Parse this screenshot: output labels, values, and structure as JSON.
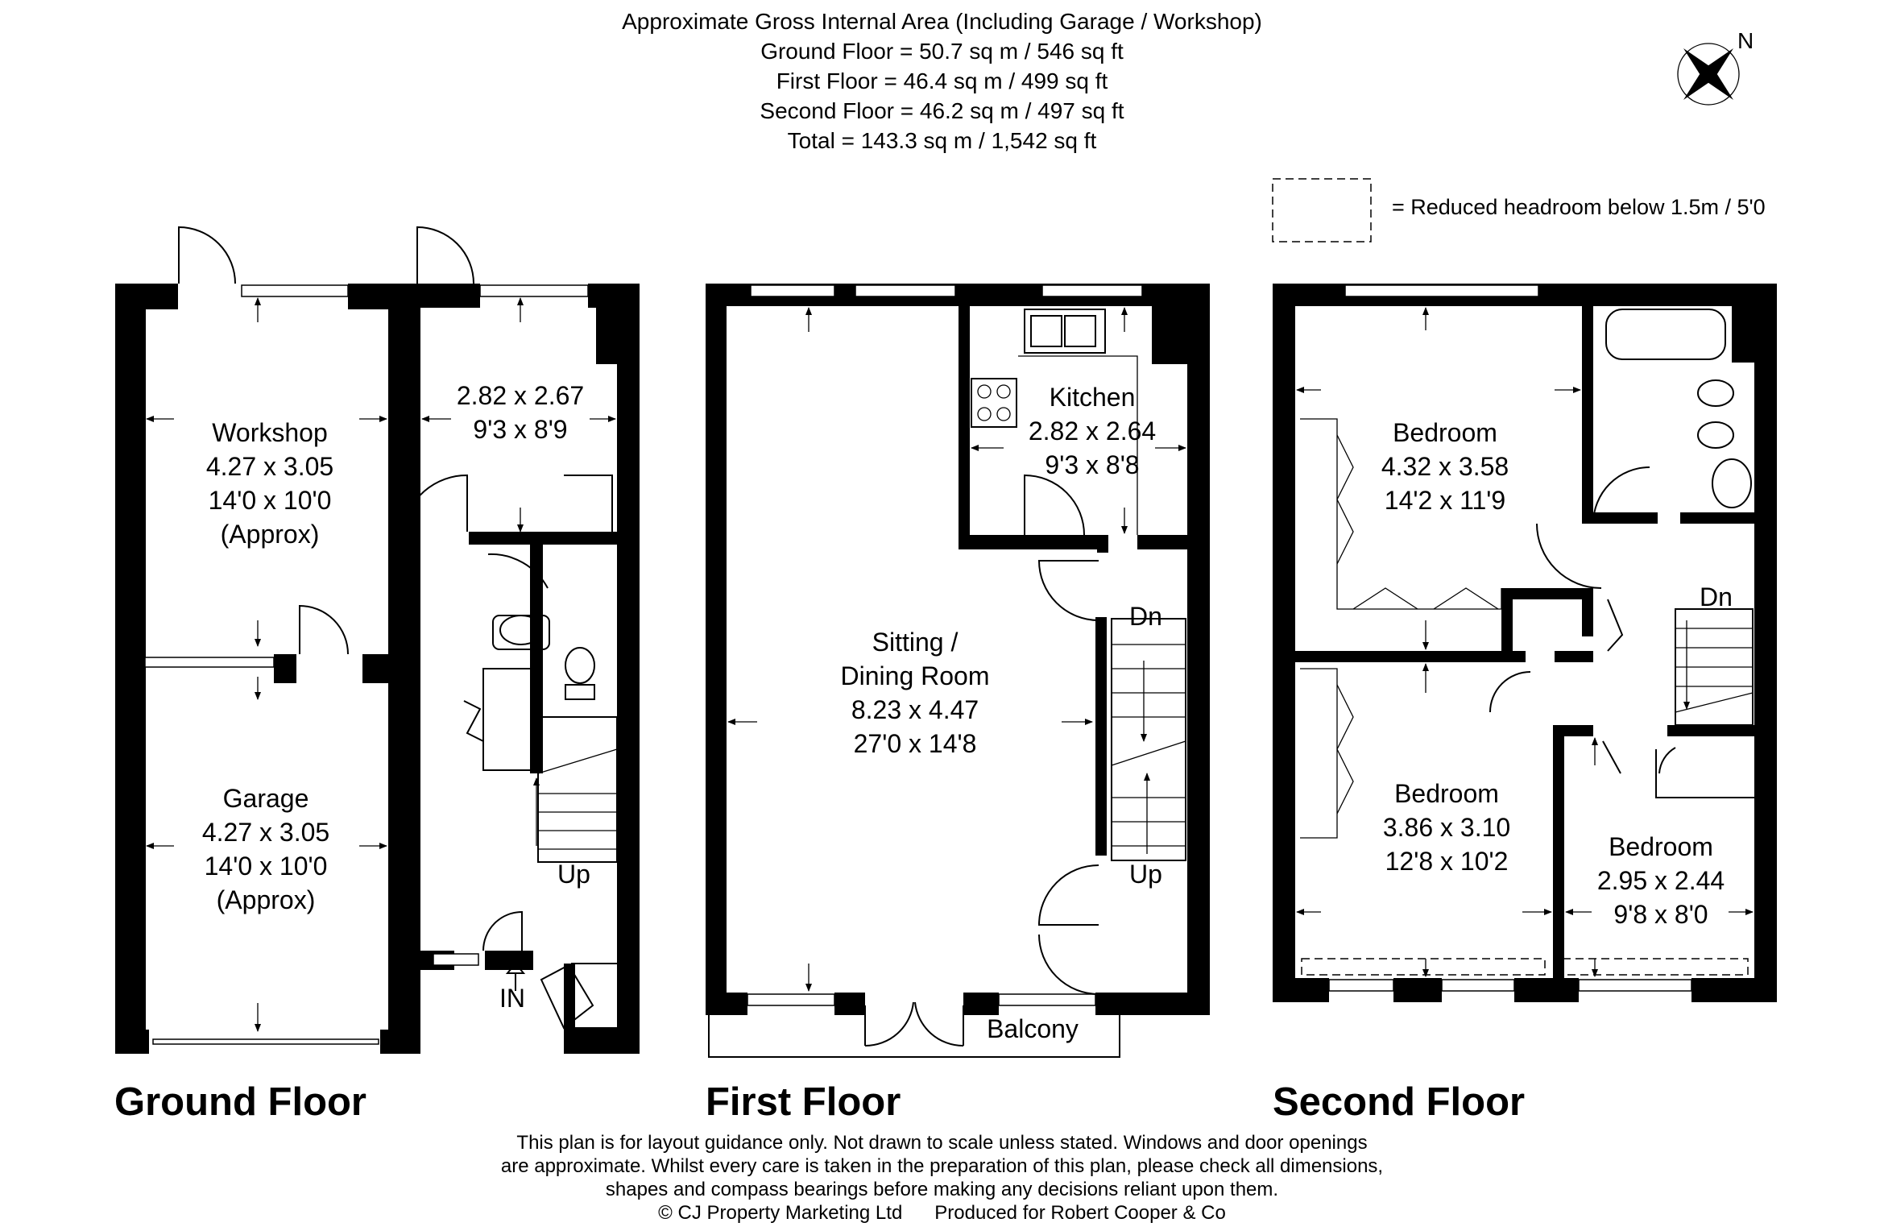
{
  "header": {
    "line1": "Approximate Gross Internal Area (Including Garage / Workshop)",
    "line2": "Ground Floor = 50.7 sq m / 546 sq ft",
    "line3": "First Floor = 46.4 sq m / 499 sq ft",
    "line4": "Second Floor = 46.2 sq m / 497 sq ft",
    "line5": "Total = 143.3 sq m / 1,542 sq ft"
  },
  "compass": {
    "north_label": "N"
  },
  "legend": {
    "text": "= Reduced headroom below 1.5m / 5'0"
  },
  "ground_floor": {
    "title": "Ground Floor",
    "workshop": {
      "name": "Workshop",
      "metric": "4.27 x 3.05",
      "imperial": "14'0 x 10'0",
      "note": "(Approx)"
    },
    "garage": {
      "name": "Garage",
      "metric": "4.27 x 3.05",
      "imperial": "14'0 x 10'0",
      "note": "(Approx)"
    },
    "back_room": {
      "metric": "2.82 x 2.67",
      "imperial": "9'3 x 8'9"
    },
    "stairs_label": "Up",
    "entrance_label": "IN"
  },
  "first_floor": {
    "title": "First Floor",
    "kitchen": {
      "name": "Kitchen",
      "metric": "2.82 x 2.64",
      "imperial": "9'3 x 8'8"
    },
    "sitting": {
      "name1": "Sitting /",
      "name2": "Dining Room",
      "metric": "8.23 x 4.47",
      "imperial": "27'0 x 14'8"
    },
    "stairs_down": "Dn",
    "stairs_up": "Up",
    "balcony": "Balcony"
  },
  "second_floor": {
    "title": "Second Floor",
    "bedroom1": {
      "name": "Bedroom",
      "metric": "4.32 x 3.58",
      "imperial": "14'2 x 11'9"
    },
    "bedroom2": {
      "name": "Bedroom",
      "metric": "3.86 x 3.10",
      "imperial": "12'8 x 10'2"
    },
    "bedroom3": {
      "name": "Bedroom",
      "metric": "2.95 x 2.44",
      "imperial": "9'8 x 8'0"
    },
    "stairs_down": "Dn"
  },
  "disclaimer": {
    "line1": "This plan is for layout guidance only. Not drawn to scale unless stated. Windows and door openings",
    "line2": "are approximate. Whilst every care is taken in the preparation of this plan, please check all dimensions,",
    "line3": "shapes and compass bearings before making any decisions reliant upon them.",
    "line4": "© CJ Property Marketing Ltd      Produced for Robert Cooper & Co"
  }
}
